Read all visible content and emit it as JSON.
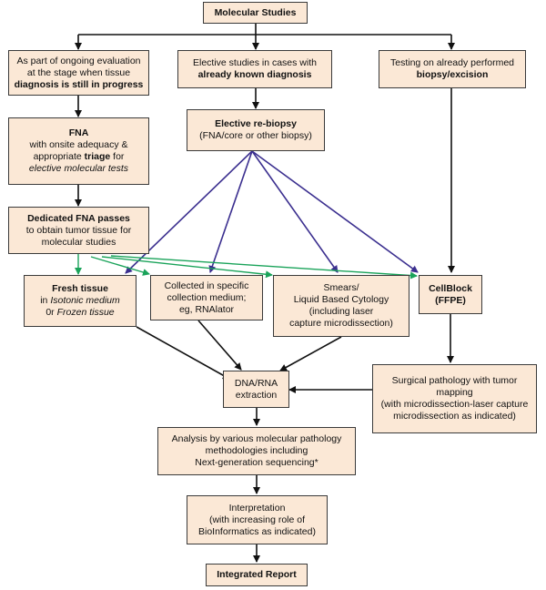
{
  "colors": {
    "box_fill": "#fbe8d6",
    "black_arrow": "#111111",
    "blue_arrow": "#3b2f8f",
    "green_arrow": "#1aa35a"
  },
  "boxes": {
    "molecular_studies": {
      "title": "Molecular Studies"
    },
    "ongoing_eval": {
      "l1": "As part of ongoing evaluation",
      "l2": "at the stage when tissue",
      "l3": "diagnosis is still in progress"
    },
    "elective_known": {
      "l1": "Elective studies in cases with",
      "l2": "already known diagnosis"
    },
    "testing_performed": {
      "l1": "Testing on already performed",
      "l2": "biopsy/excision"
    },
    "fna": {
      "title": "FNA",
      "l1": "with onsite adequacy &",
      "l2a": "appropriate ",
      "l2b": "triage",
      "l2c": " for",
      "l3": "elective molecular tests"
    },
    "elective_rebiopsy": {
      "title": "Elective re-biopsy",
      "l1": "(FNA/core or other biopsy)"
    },
    "dedicated_fna": {
      "title": "Dedicated FNA passes",
      "l1": "to obtain tumor tissue for",
      "l2": "molecular studies"
    },
    "fresh_tissue": {
      "title": "Fresh tissue",
      "l1a": "in ",
      "l1b": "Isotonic medium",
      "l2a": "0r ",
      "l2b": "Frozen tissue"
    },
    "collected": {
      "l1": "Collected in specific",
      "l2": "collection medium;",
      "l3": "eg, RNAlator"
    },
    "smears": {
      "l1": "Smears/",
      "l2": "Liquid Based Cytology",
      "l3": "(including laser",
      "l4": "capture microdissection)"
    },
    "cellblock": {
      "l1": "CellBlock",
      "l2": "(FFPE)"
    },
    "dna_rna": {
      "l1": "DNA/RNA",
      "l2": "extraction"
    },
    "surgical": {
      "l1": "Surgical pathology with tumor",
      "l2": "mapping",
      "l3": "(with microdissection-laser capture",
      "l4": "microdissection as indicated)"
    },
    "analysis": {
      "l1": "Analysis by various molecular pathology",
      "l2": "methodologies including",
      "l3": "Next-generation sequencing*"
    },
    "interpretation": {
      "l1": "Interpretation",
      "l2": "(with increasing role of",
      "l3": "BioInformatics as indicated)"
    },
    "integrated_report": {
      "title": "Integrated Report"
    }
  }
}
